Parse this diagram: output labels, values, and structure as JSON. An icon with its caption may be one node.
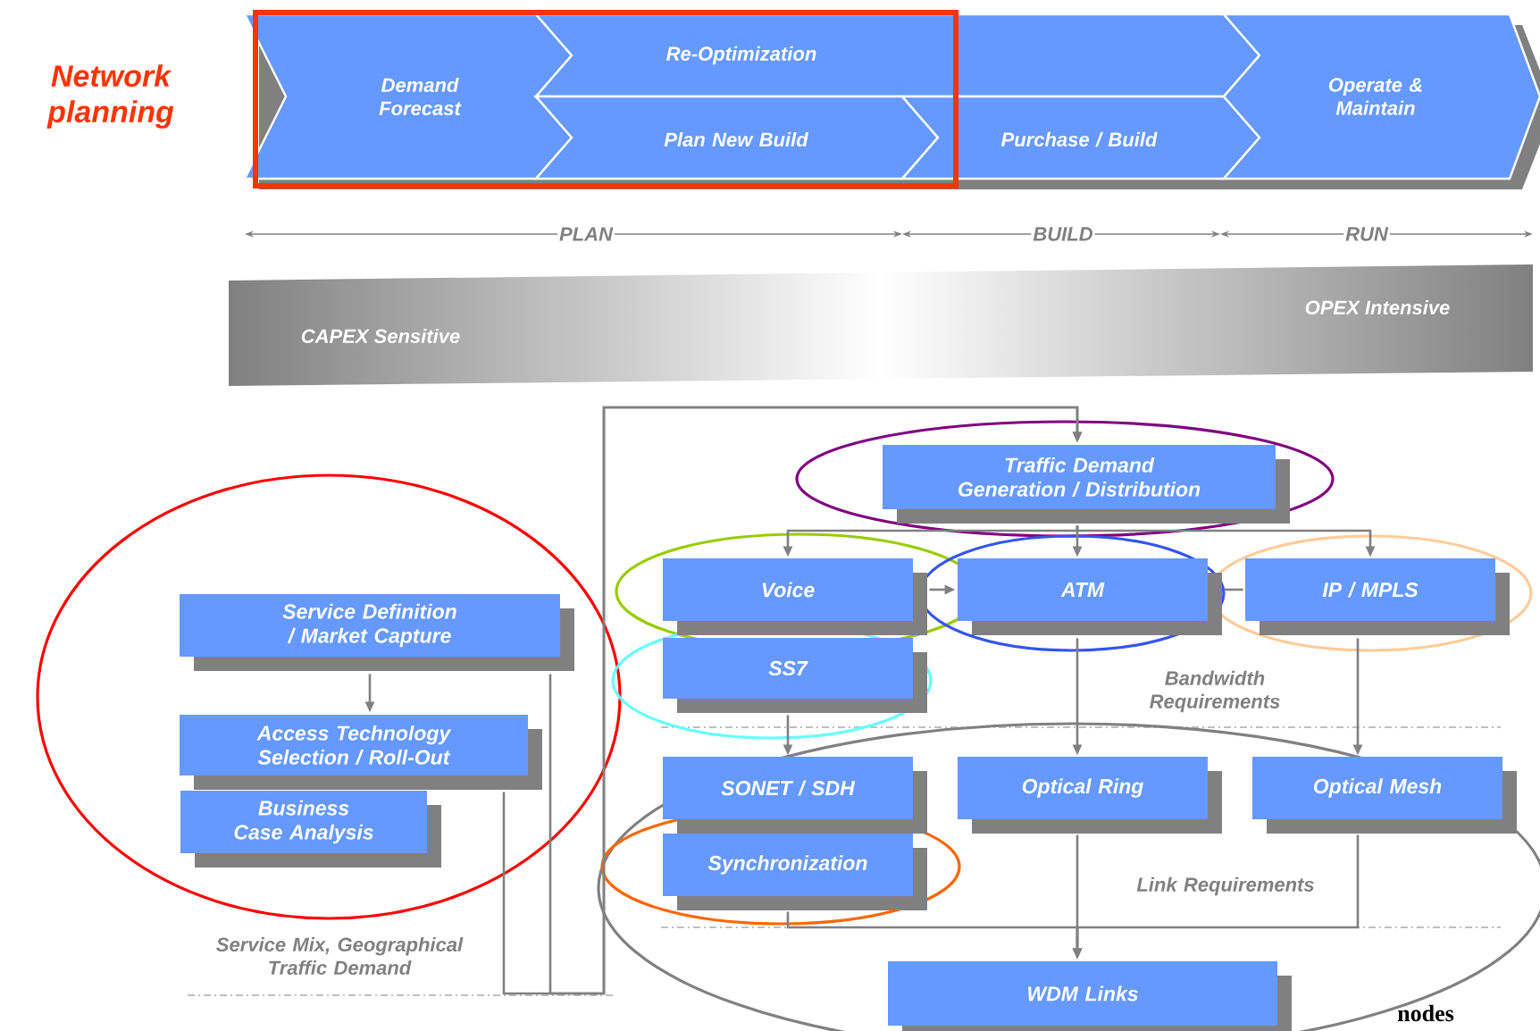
{
  "diagram": {
    "nodes": [
      {
        "text": [
          "Demand Forecast"
        ]
      },
      {
        "text": [
          "Re-Optimization"
        ]
      },
      {
        "text": [
          "Plan New Build"
        ]
      },
      {
        "text": [
          "Purchase / Build"
        ]
      },
      {
        "text": [
          "Operate & Maintain"
        ]
      },
      {
        "text": [
          "Service Definition / Market Capture"
        ]
      },
      {
        "text": [
          "Access Technology Selection / Roll-Out"
        ]
      },
      {
        "text": [
          "Business Case Analysis"
        ]
      },
      {
        "text": [
          "Traffic Demand Generation / Distribution"
        ]
      },
      {
        "text": [
          "Voice"
        ]
      },
      {
        "text": [
          "ATM"
        ]
      },
      {
        "text": [
          "IP / MPLS"
        ]
      },
      {
        "text": [
          "SS7"
        ]
      },
      {
        "text": [
          "SONET / SDH"
        ]
      },
      {
        "text": [
          "Optical Ring"
        ]
      },
      {
        "text": [
          "Optical Mesh"
        ]
      },
      {
        "text": [
          "Synchronization"
        ]
      },
      {
        "text": [
          "WDM Links"
        ]
      }
    ],
    "edges": [
      {
        "from": 5,
        "to": 6,
        "arrow": "to"
      },
      {
        "from": 5,
        "to": 8,
        "arrow": "to"
      },
      {
        "from": 6,
        "to": 8,
        "arrow": "to"
      },
      {
        "from": 8,
        "to": 9,
        "arrow": "to"
      },
      {
        "from": 8,
        "to": 10,
        "arrow": "to"
      },
      {
        "from": 8,
        "to": 11,
        "arrow": "to"
      },
      {
        "from": 9,
        "to": 10,
        "arrow": "to"
      },
      {
        "from": 10,
        "to": 11,
        "arrow": "none"
      },
      {
        "from": 12,
        "to": 13,
        "arrow": "to"
      },
      {
        "from": 10,
        "to": 14,
        "arrow": "to"
      },
      {
        "from": 11,
        "to": 15,
        "arrow": "to"
      },
      {
        "from": 16,
        "to": 17,
        "arrow": "to"
      },
      {
        "from": 14,
        "to": 17,
        "arrow": "to"
      },
      {
        "from": 15,
        "to": 17,
        "arrow": "to"
      }
    ],
    "labels": [
      "Network planning",
      "PLAN",
      "BUILD",
      "RUN",
      "CAPEX Sensitive",
      "OPEX Intensive",
      "Service Mix, Geographical Traffic Demand",
      "Bandwidth Requirements",
      "Link Requirements",
      "nodes"
    ]
  }
}
